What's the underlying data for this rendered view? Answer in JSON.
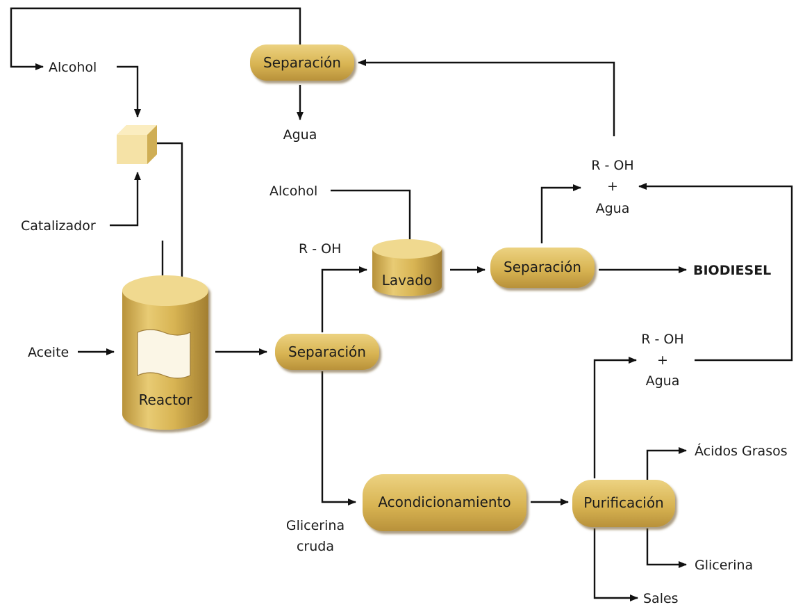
{
  "nodes": {
    "separacion_top": "Separación",
    "separacion_mid": "Separación",
    "separacion_right": "Separación",
    "lavado": "Lavado",
    "reactor": "Reactor",
    "acondicionamiento": "Acondicionamiento",
    "purificacion": "Purificación"
  },
  "labels": {
    "alcohol_top": "Alcohol",
    "agua_top": "Agua",
    "catalizador": "Catalizador",
    "aceite": "Aceite",
    "alcohol_mid": "Alcohol",
    "roh_lavado": "R - OH",
    "glicerina_cruda_1": "Glicerina",
    "glicerina_cruda_2": "cruda",
    "roh_top": "R - OH",
    "plus_top": "+",
    "agua_right_top": "Agua",
    "biodiesel": "BIODIESEL",
    "roh_bottom": "R - OH",
    "plus_bottom": "+",
    "agua_right_bottom": "Agua",
    "acidos_grasos": "Ácidos Grasos",
    "glicerina": "Glicerina",
    "sales": "Sales"
  },
  "colors": {
    "box_fill": "#d9b659",
    "box_shadow": "#8a6a2a",
    "cube_fill": "#f2dd9b",
    "line": "#111111"
  }
}
